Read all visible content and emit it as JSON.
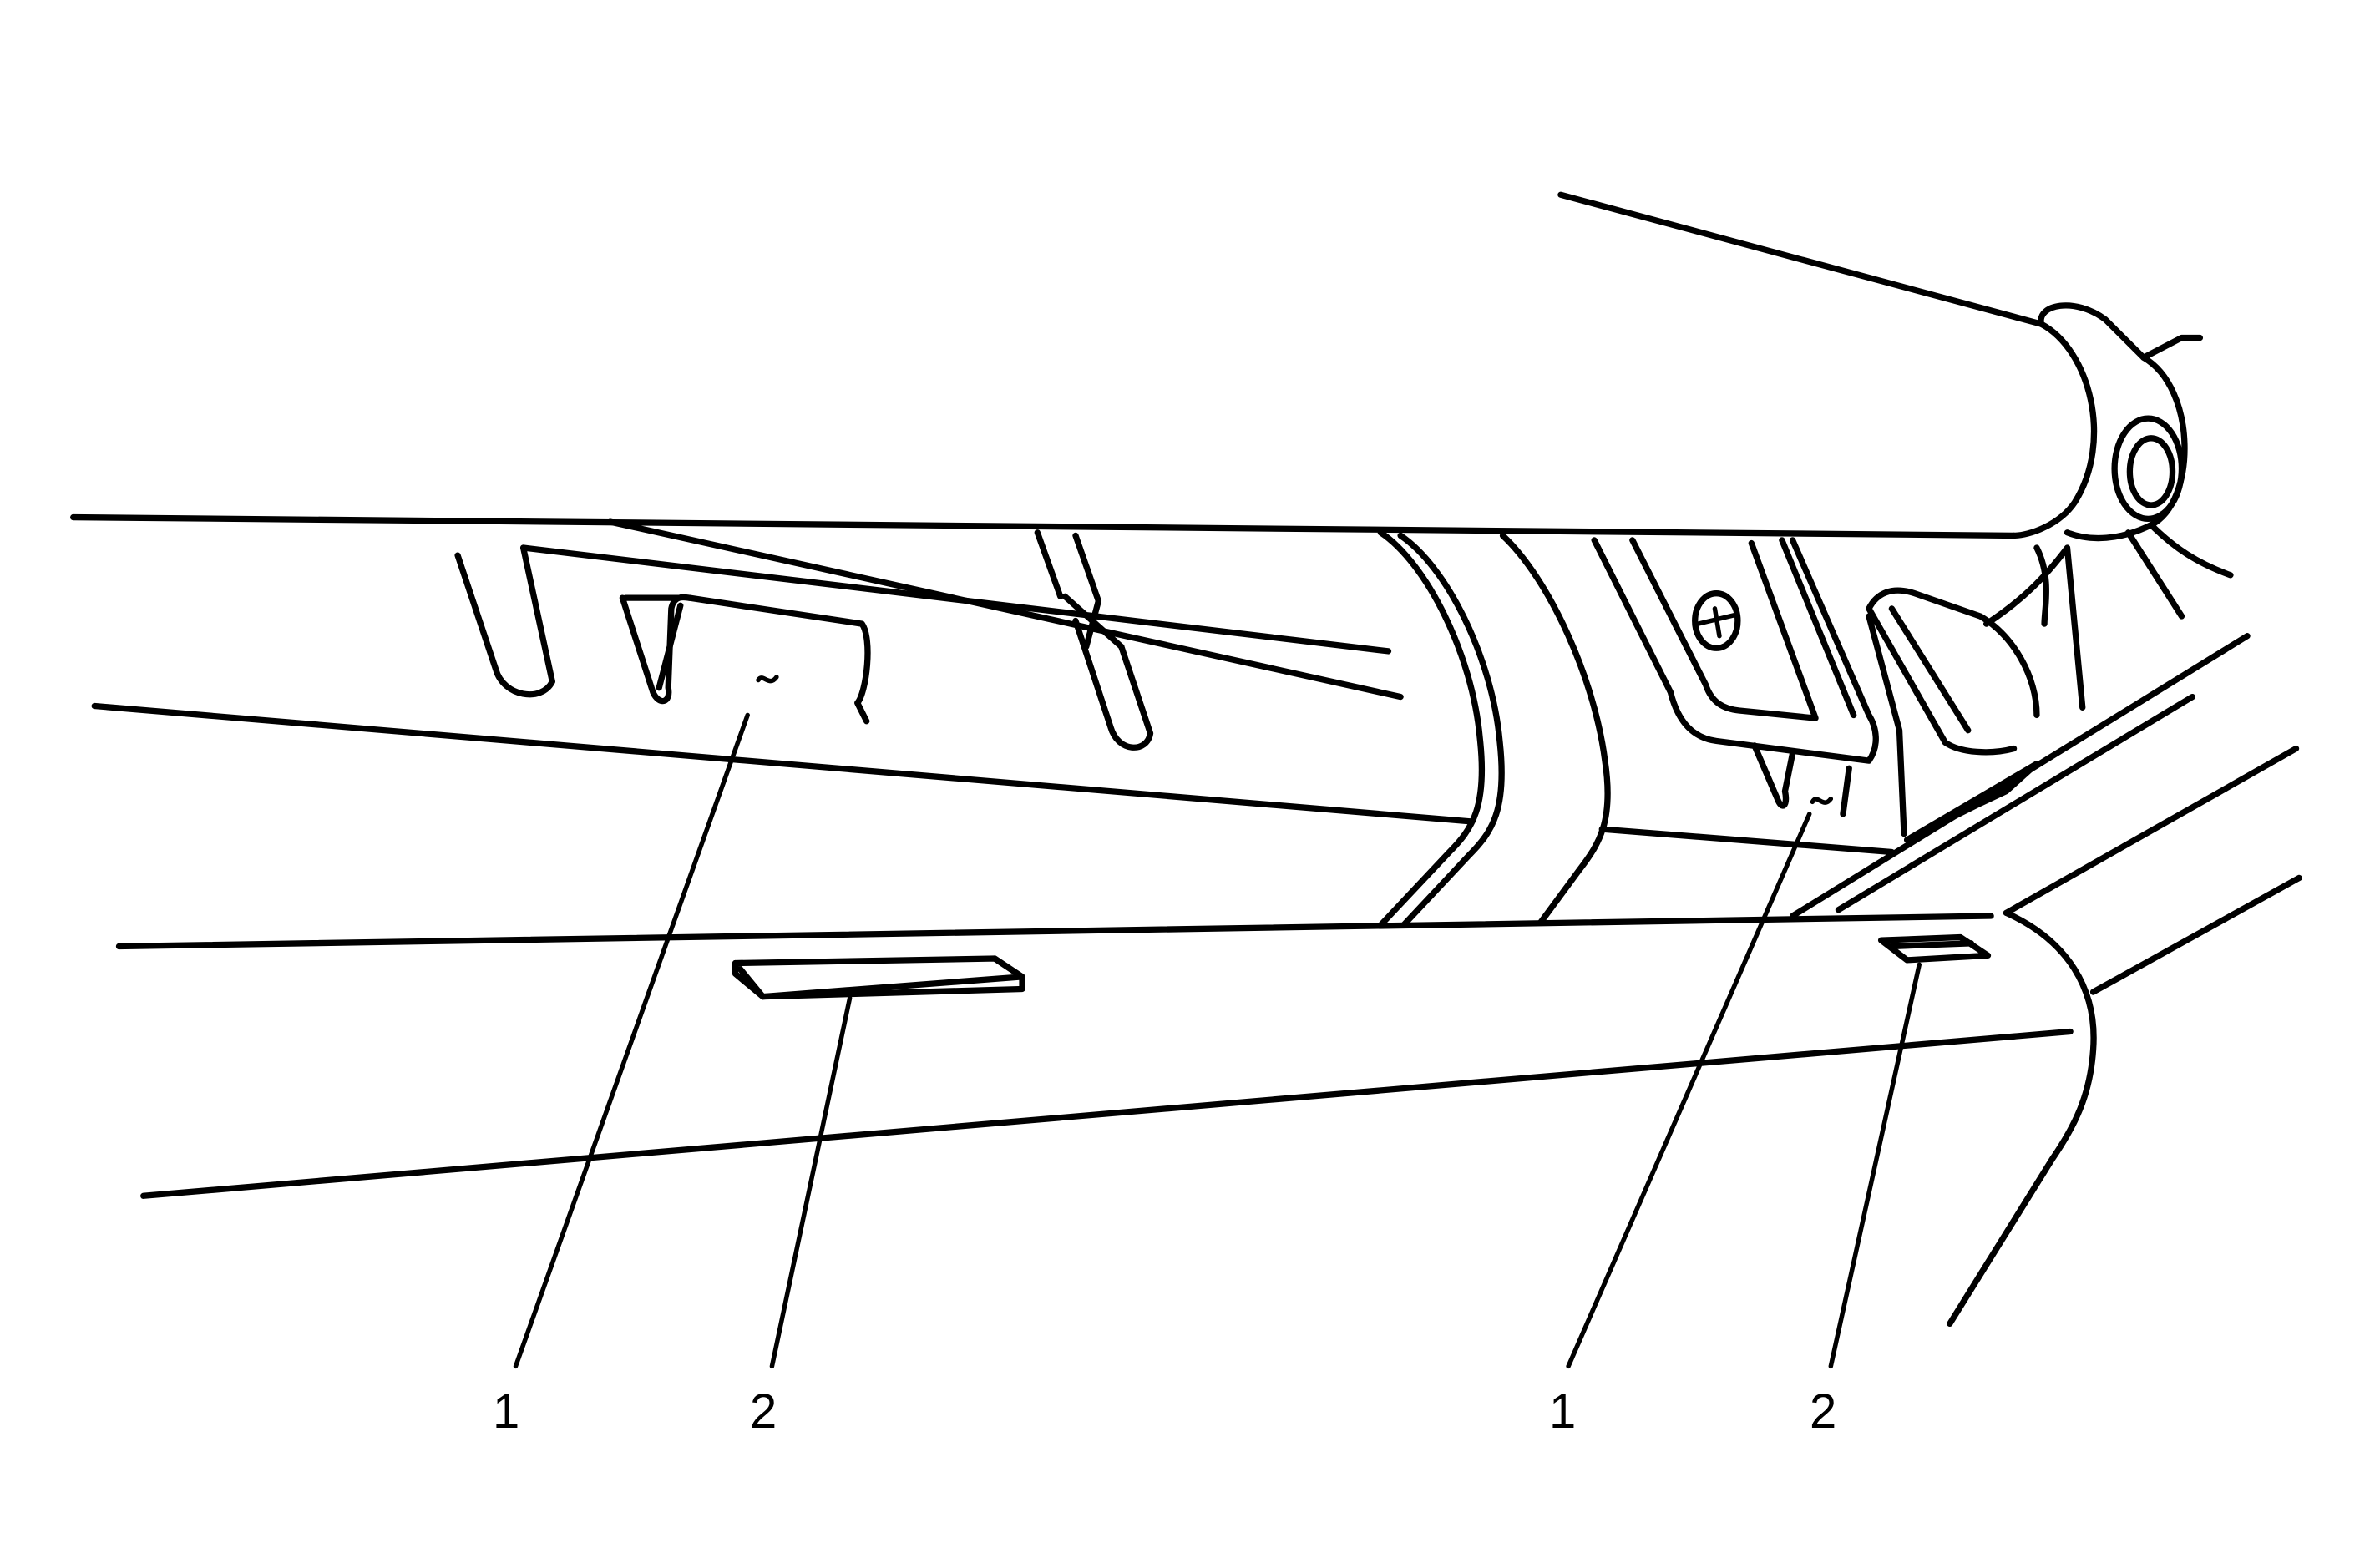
{
  "callouts": [
    {
      "id": "callout-1-left",
      "label": "1"
    },
    {
      "id": "callout-2-left",
      "label": "2"
    },
    {
      "id": "callout-1-right",
      "label": "1"
    },
    {
      "id": "callout-2-right",
      "label": "2"
    }
  ],
  "colors": {
    "line": "#000000",
    "background": "#ffffff"
  }
}
